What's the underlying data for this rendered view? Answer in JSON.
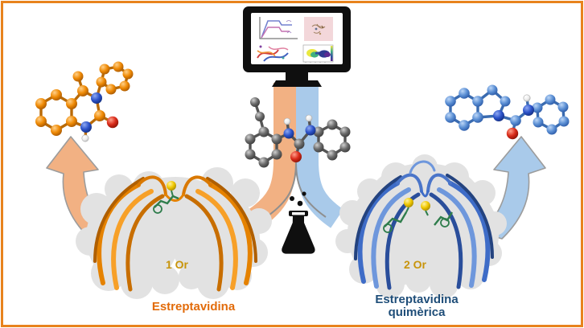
{
  "figure": {
    "kind": "scientific-diagram",
    "background": "#FFFFFF",
    "border_color": "#E8831D"
  },
  "monitor": {
    "name": "simulation-monitor",
    "panels": [
      "line-plot",
      "crystal-structure-image",
      "protein-ribbon-render",
      "energy-landscape-plot"
    ]
  },
  "flask": {
    "name": "reaction-flask-icon"
  },
  "molecules": {
    "substrate": {
      "name": "urea-substrate-molecule",
      "carbon_color": "#6A6A6A",
      "nitrogen_color": "#2B52C9",
      "oxygen_color": "#D92B1A",
      "hydrogen_color": "#FFFFFF"
    },
    "product_left": {
      "name": "cyclized-product-orange",
      "carbon_color": "#EF8A05"
    },
    "product_right": {
      "name": "cyclized-product-blue",
      "carbon_color": "#5B8FD4"
    }
  },
  "pathways": {
    "left": {
      "arrow_color": "#F2B183",
      "flow_color": "#F2B183",
      "gold_label": "1 Or",
      "gold_label_color": "#C8940A",
      "label": "Estreptavidina",
      "label_color": "#E26B0A",
      "protein_color": "#E8820C",
      "gold_atoms": 1
    },
    "right": {
      "arrow_color": "#A9CAEA",
      "flow_color": "#A9CAEA",
      "gold_label": "2 Or",
      "gold_label_color": "#C8940A",
      "label_line1": "Estreptavidina",
      "label_line2": "quimèrica",
      "label_color": "#1F4E79",
      "protein_color": "#3E6CC7",
      "gold_atoms": 2
    }
  },
  "ligand": {
    "color": "#2F7D4C",
    "gold_color": "#F0C800",
    "surface_color": "#E2E2E2"
  }
}
